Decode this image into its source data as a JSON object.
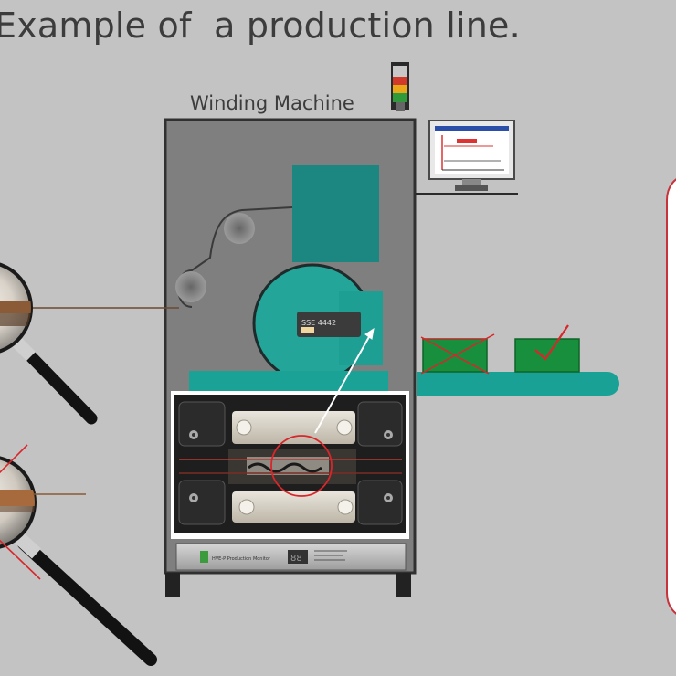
{
  "title": "Example of  a production line.",
  "machine": {
    "label": "Winding Machine",
    "sensor_label": "SSE 4442",
    "panel_text": "HVE-P Production Monitor",
    "panel_counter": "88"
  },
  "colors": {
    "background": "#c3c3c3",
    "machine_body": "#808080",
    "teal": "#1a9e93",
    "product_green": "#188f3c",
    "reject_red": "#d9262b",
    "conveyor": "#1aa196",
    "magnifier_handle": "#121212"
  },
  "products": [
    {
      "status": "rejected",
      "mark": "cross"
    },
    {
      "status": "accepted",
      "mark": "check"
    }
  ],
  "magnifiers": [
    {
      "status": "ok"
    },
    {
      "status": "defect"
    }
  ]
}
